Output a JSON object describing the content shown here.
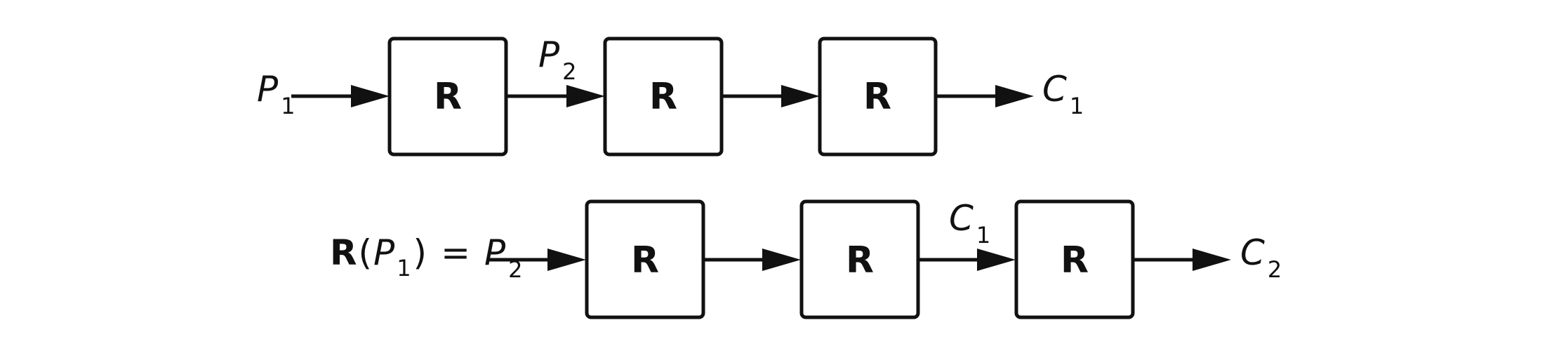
{
  "diagram": {
    "box_label": "R",
    "row1": {
      "input": {
        "var": "P",
        "sub": "1"
      },
      "between_label": {
        "var": "P",
        "sub": "2"
      },
      "output": {
        "var": "C",
        "sub": "1"
      }
    },
    "row2": {
      "input": {
        "func": "R",
        "open_paren": "(",
        "arg_var": "P",
        "arg_sub": "1",
        "close_paren": ")",
        "equals": "=",
        "result_var": "P",
        "result_sub": "2"
      },
      "between_label": {
        "var": "C",
        "sub": "1"
      },
      "output": {
        "var": "C",
        "sub": "2"
      }
    },
    "colors": {
      "stroke": "#111111",
      "background": "#ffffff"
    }
  }
}
